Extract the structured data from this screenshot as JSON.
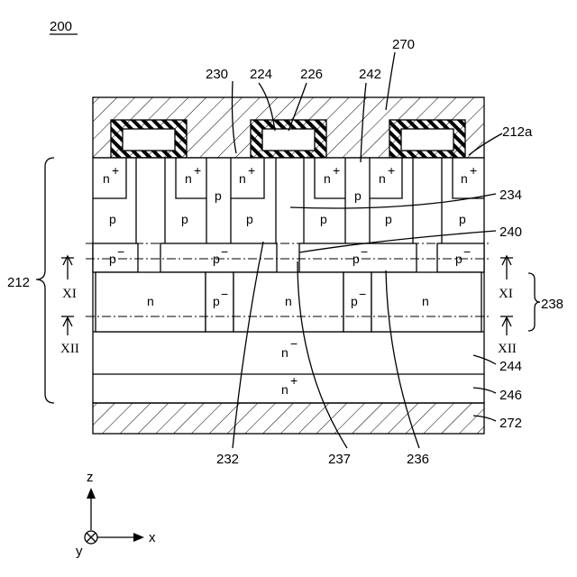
{
  "figure_number": "200",
  "regions": {
    "n_plus_top": "n",
    "plus": "+",
    "p": "p",
    "p_minus": "p",
    "minus": "−",
    "n": "n",
    "n_minus_sub": "n",
    "n_plus_sub": "n"
  },
  "refs": {
    "r270": "270",
    "r230": "230",
    "r224": "224",
    "r226": "226",
    "r242": "242",
    "r212a": "212a",
    "r234": "234",
    "r240": "240",
    "r212": "212",
    "r238": "238",
    "r244": "244",
    "r246": "246",
    "r272": "272",
    "r232": "232",
    "r237": "237",
    "r236": "236"
  },
  "section_marks": {
    "upper": "XI",
    "lower": "XII"
  },
  "axes": {
    "z": "z",
    "x": "x",
    "y": "y"
  }
}
